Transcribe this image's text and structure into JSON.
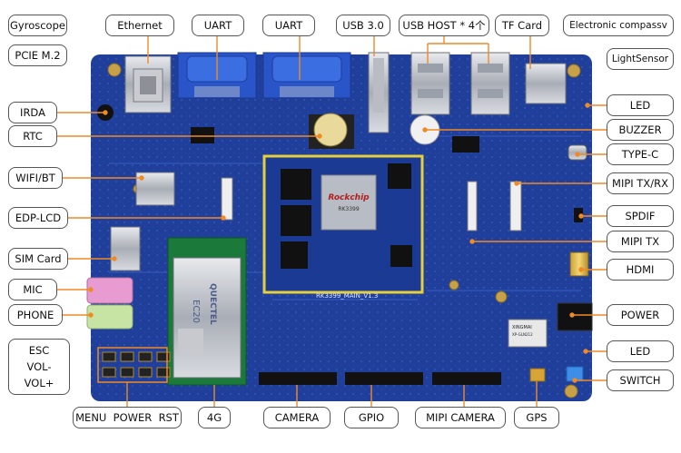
{
  "labels": {
    "gyroscope": "Gyroscope",
    "pcie": "PCIE M.2",
    "ethernet": "Ethernet",
    "uart1": "UART",
    "uart2": "UART",
    "usb3": "USB 3.0",
    "usb_host": "USB HOST * 4个",
    "tf_card": "TF Card",
    "compass": "Electronic compassv",
    "light_sensor": "LightSensor",
    "irda": "IRDA",
    "rtc": "RTC",
    "wifi_bt": "WIFI/BT",
    "edp_lcd": "EDP-LCD",
    "sim_card": "SIM Card",
    "mic": "MIC",
    "phone": "PHONE",
    "keys": [
      "ESC",
      "VOL-",
      "VOL+"
    ],
    "menu_power_rst": "MENU  POWER  RST",
    "g4": "4G",
    "camera": "CAMERA",
    "gpio": "GPIO",
    "mipi_camera": "MIPI CAMERA",
    "gps": "GPS",
    "led_top": "LED",
    "buzzer": "BUZZER",
    "type_c": "TYPE-C",
    "mipi_txrx": "MIPI TX/RX",
    "spdif": "SPDIF",
    "mipi_tx": "MIPI TX",
    "hdmi": "HDMI",
    "power": "POWER",
    "led_bottom": "LED",
    "switch": "SWITCH"
  },
  "board": {
    "soc_brand": "Rockchip",
    "soc_model": "RK3399",
    "board_name": "RK3399_MAIN_V1.3",
    "module_brand": "QUECTEL",
    "module_model": "EC20",
    "gps_brand": "XINGMAI",
    "gps_model": "XP-GLN212"
  },
  "colors": {
    "pcb": "#1f3f9a",
    "callout": "#f08a24",
    "som_border": "#e6cf3c"
  }
}
